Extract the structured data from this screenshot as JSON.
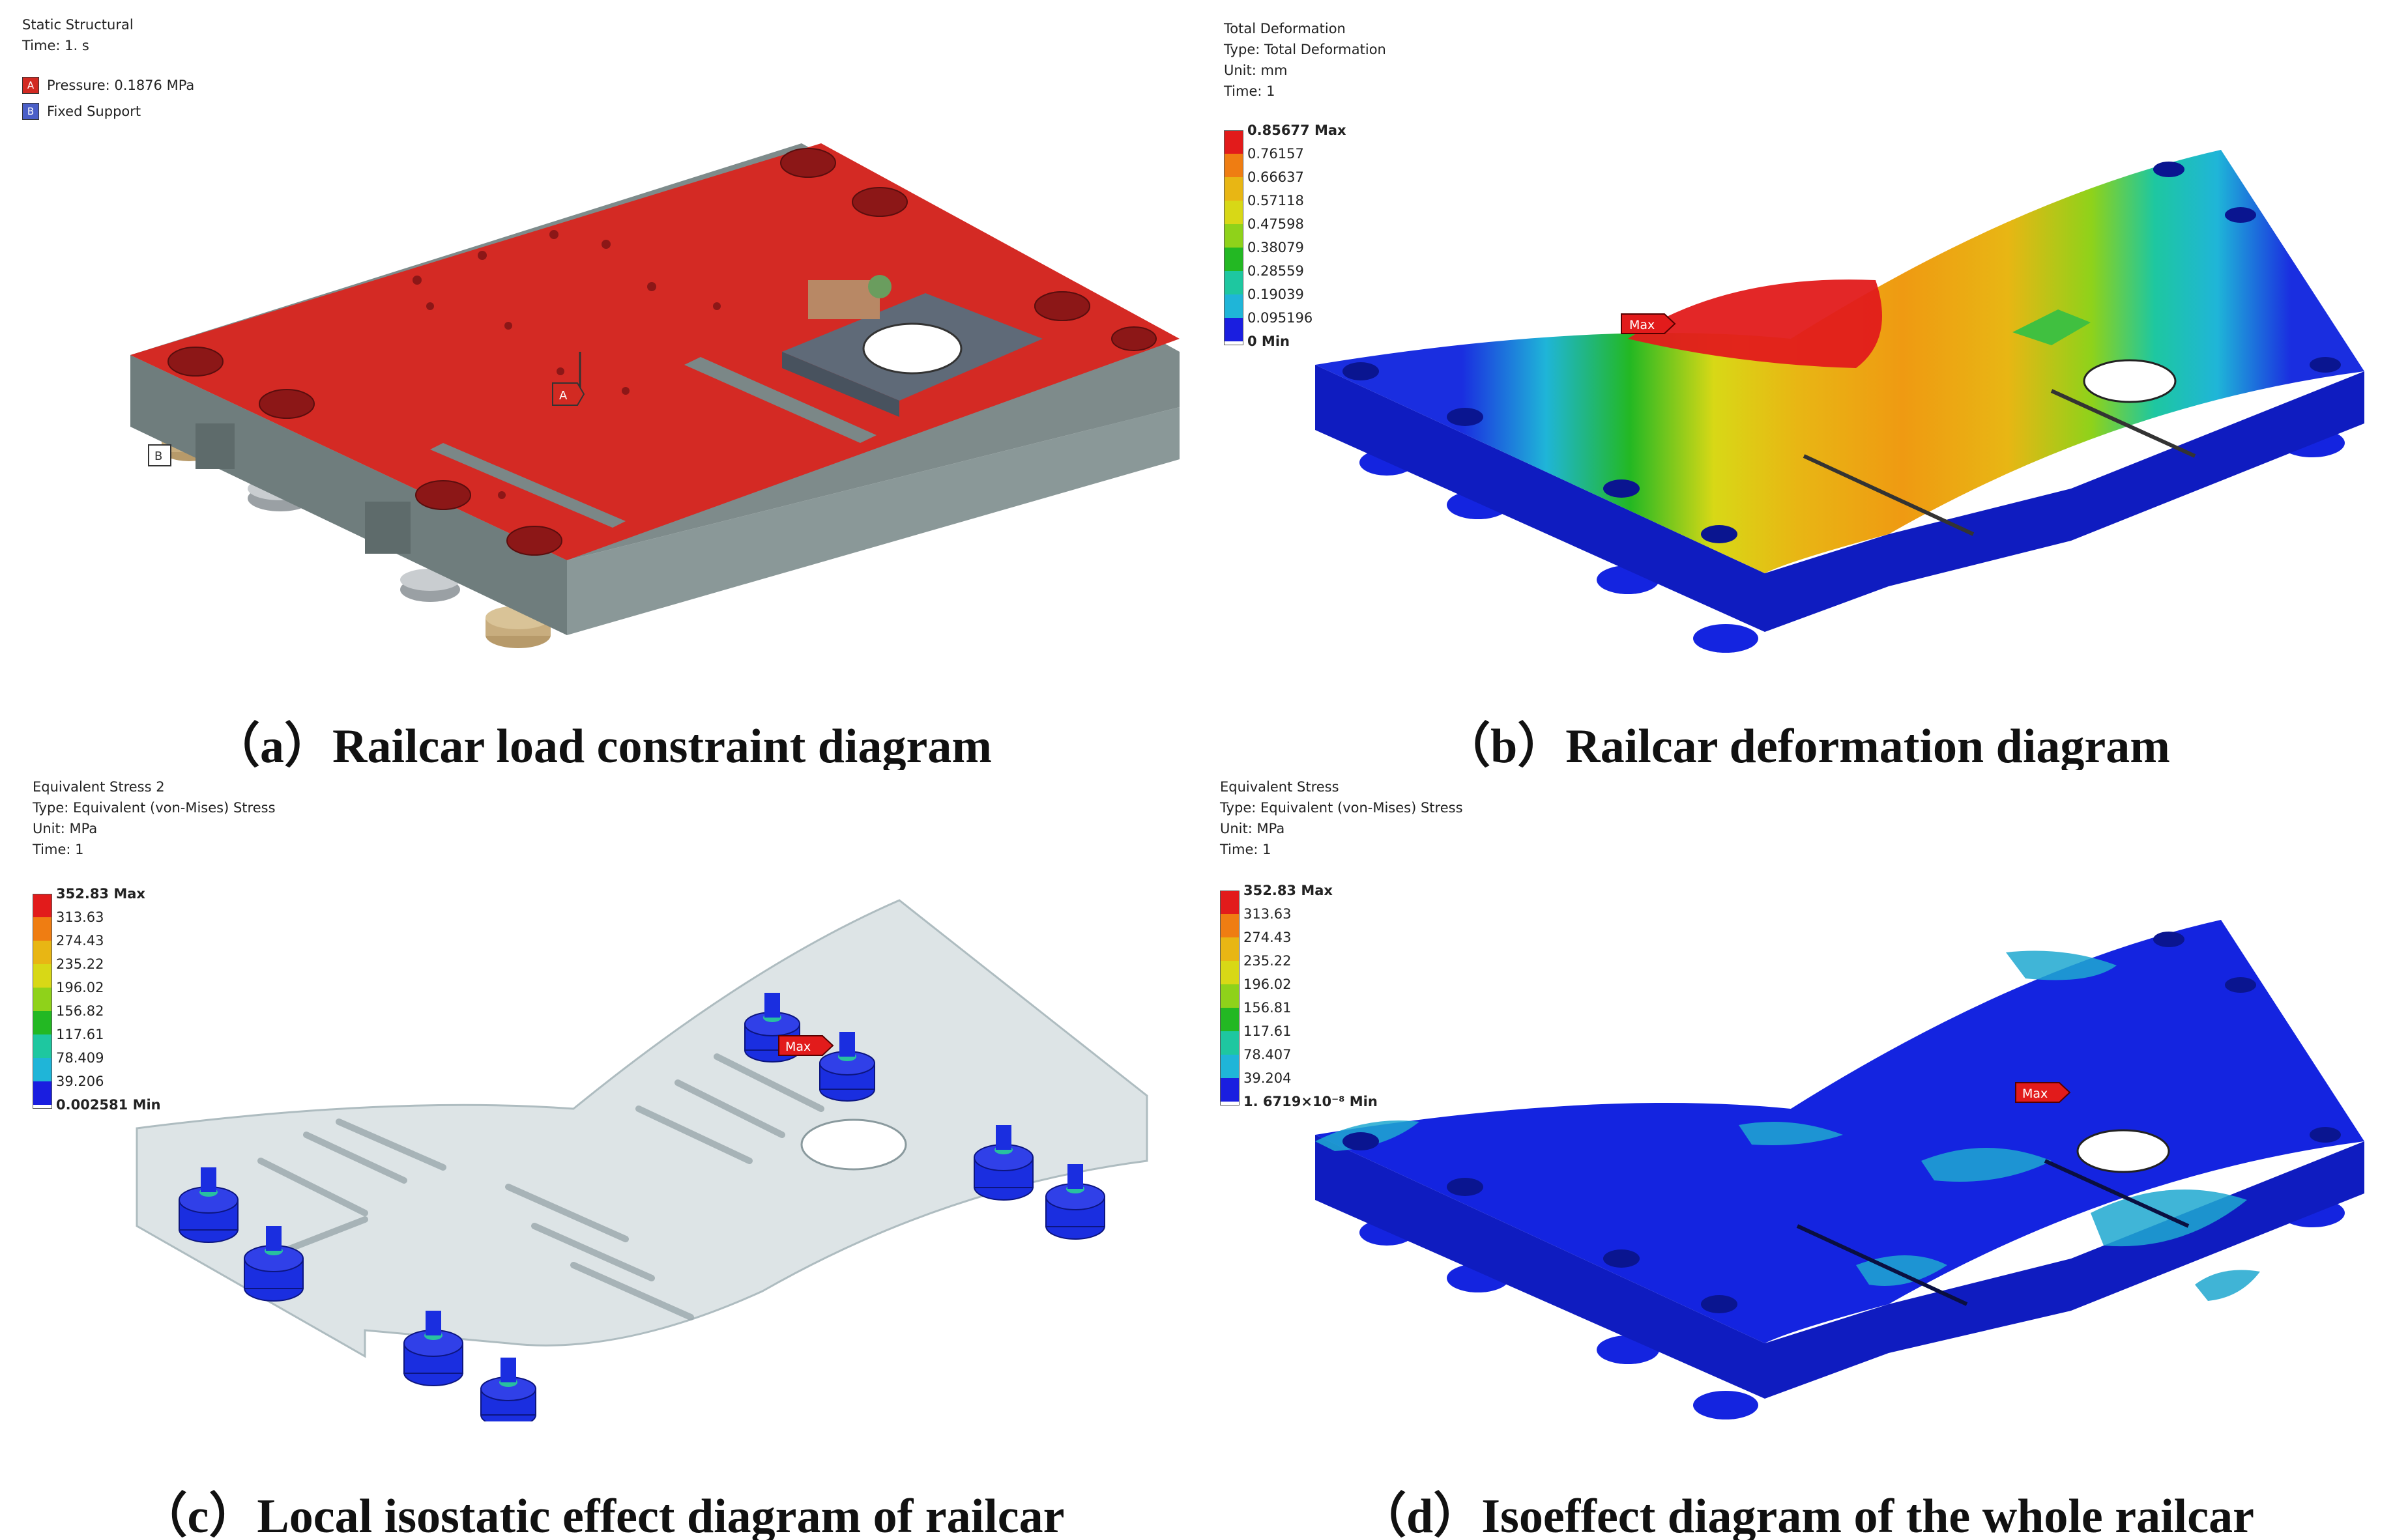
{
  "panel_a": {
    "header": [
      "Static Structural",
      "Time: 1. s"
    ],
    "boundary_conditions": [
      {
        "tag": "A",
        "label": "Pressure: 0.1876 MPa",
        "color": "#d22a22"
      },
      {
        "tag": "B",
        "label": "Fixed Support",
        "color": "#4a5fc8"
      }
    ],
    "markers": {
      "a": "A",
      "b": "B"
    },
    "caption": "（a）Railcar load constraint diagram"
  },
  "panel_b": {
    "header": [
      "Total Deformation",
      "Type: Total Deformation",
      "Unit: mm",
      "Time: 1"
    ],
    "legend": [
      "0.85677 Max",
      "0.76157",
      "0.66637",
      "0.57118",
      "0.47598",
      "0.38079",
      "0.28559",
      "0.19039",
      "0.095196",
      "0 Min"
    ],
    "max_marker": "Max",
    "caption": "（b）Railcar deformation diagram"
  },
  "panel_c": {
    "header": [
      "Equivalent Stress 2",
      "Type: Equivalent (von-Mises) Stress",
      "Unit: MPa",
      "Time: 1"
    ],
    "legend": [
      "352.83 Max",
      "313.63",
      "274.43",
      "235.22",
      "196.02",
      "156.82",
      "117.61",
      "78.409",
      "39.206",
      "0.002581 Min"
    ],
    "max_marker": "Max",
    "caption": "（c）Local isostatic effect diagram of railcar"
  },
  "panel_d": {
    "header": [
      "Equivalent Stress",
      "Type: Equivalent (von-Mises) Stress",
      "Unit: MPa",
      "Time: 1"
    ],
    "legend": [
      "352.83 Max",
      "313.63",
      "274.43",
      "235.22",
      "196.02",
      "156.81",
      "117.61",
      "78.407",
      "39.204",
      "1. 6719×10⁻⁸ Min"
    ],
    "max_marker": "Max",
    "caption": "（d）Isoeffect diagram of the whole railcar"
  },
  "colors": {
    "scale": [
      "#e21b1b",
      "#ef7d12",
      "#e8b614",
      "#d8d816",
      "#8fd21a",
      "#23b823",
      "#1ec7a0",
      "#1fb5d8",
      "#1d7fe0",
      "#1a1ee0"
    ],
    "load_red": "#d42a24",
    "structure_gray": "#8a9898",
    "deform_blue": "#1424e0",
    "ghost": "#d4dde0"
  }
}
